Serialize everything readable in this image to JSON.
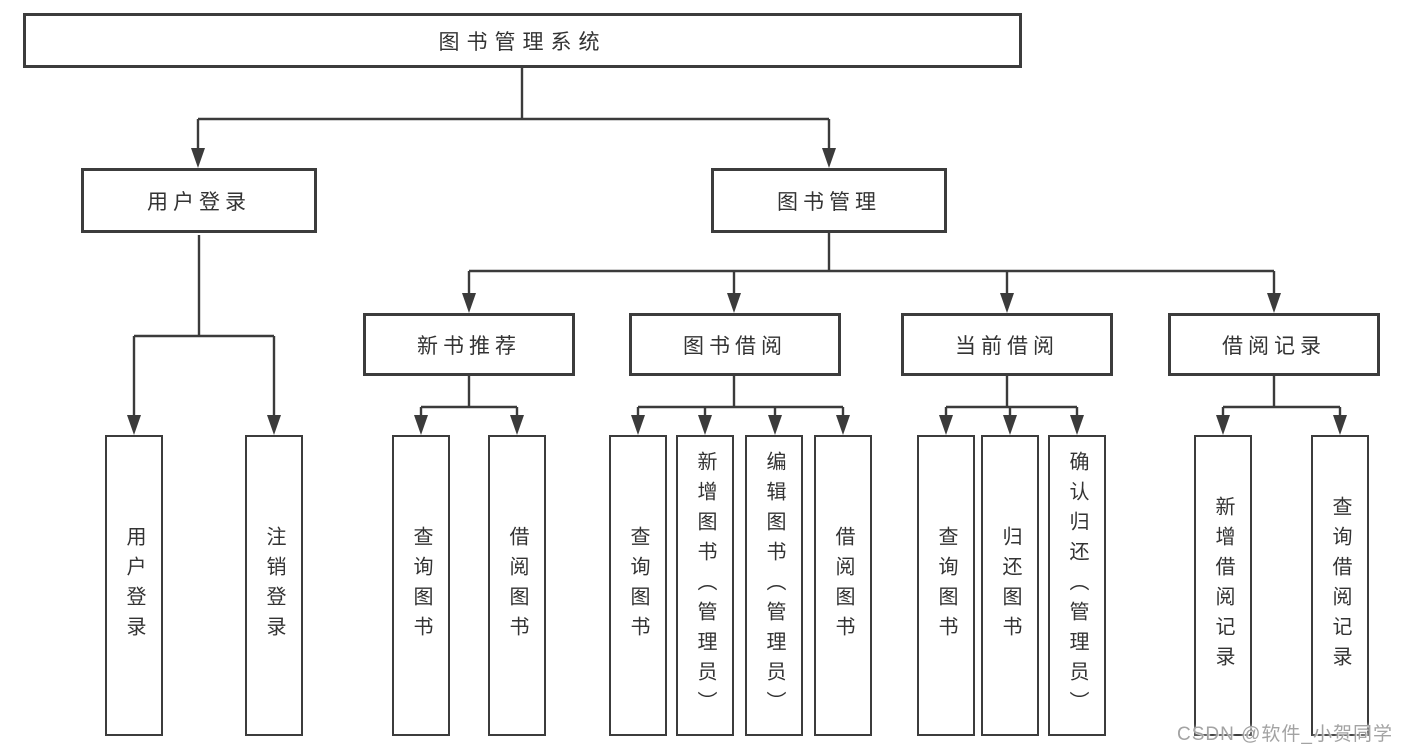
{
  "diagram": {
    "type": "hierarchy-tree",
    "nodes": {
      "root": {
        "label": "图书管理系统"
      },
      "user_login": {
        "label": "用户登录"
      },
      "book_mgmt": {
        "label": "图书管理"
      },
      "new_book_rec": {
        "label": "新书推荐"
      },
      "book_borrow": {
        "label": "图书借阅"
      },
      "current_borrow": {
        "label": "当前借阅"
      },
      "borrow_records": {
        "label": "借阅记录"
      },
      "leaf_user_login": {
        "label": "用户登录"
      },
      "leaf_logout": {
        "label": "注销登录"
      },
      "leaf_nb_query": {
        "label": "查询图书"
      },
      "leaf_nb_borrow": {
        "label": "借阅图书"
      },
      "leaf_bb_query": {
        "label": "查询图书"
      },
      "leaf_bb_add": {
        "label": "新增图书（管理员）"
      },
      "leaf_bb_edit": {
        "label": "编辑图书（管理员）"
      },
      "leaf_bb_borrow": {
        "label": "借阅图书"
      },
      "leaf_cb_query": {
        "label": "查询图书"
      },
      "leaf_cb_return": {
        "label": "归还图书"
      },
      "leaf_cb_confirm": {
        "label": "确认归还（管理员）"
      },
      "leaf_br_add": {
        "label": "新增借阅记录"
      },
      "leaf_br_query": {
        "label": "查询借阅记录"
      }
    },
    "edges": [
      {
        "from": "root",
        "to": [
          "user_login",
          "book_mgmt"
        ]
      },
      {
        "from": "user_login",
        "to": [
          "leaf_user_login",
          "leaf_logout"
        ]
      },
      {
        "from": "book_mgmt",
        "to": [
          "new_book_rec",
          "book_borrow",
          "current_borrow",
          "borrow_records"
        ]
      },
      {
        "from": "new_book_rec",
        "to": [
          "leaf_nb_query",
          "leaf_nb_borrow"
        ]
      },
      {
        "from": "book_borrow",
        "to": [
          "leaf_bb_query",
          "leaf_bb_add",
          "leaf_bb_edit",
          "leaf_bb_borrow"
        ]
      },
      {
        "from": "current_borrow",
        "to": [
          "leaf_cb_query",
          "leaf_cb_return",
          "leaf_cb_confirm"
        ]
      },
      {
        "from": "borrow_records",
        "to": [
          "leaf_br_add",
          "leaf_br_query"
        ]
      }
    ],
    "colors": {
      "line": "#3b3b3b",
      "box_border": "#3c3c3c",
      "text": "#333333",
      "watermark": "#a3a3a3",
      "background": "#ffffff"
    }
  },
  "watermark": {
    "text": "CSDN @软件_小贺同学"
  }
}
